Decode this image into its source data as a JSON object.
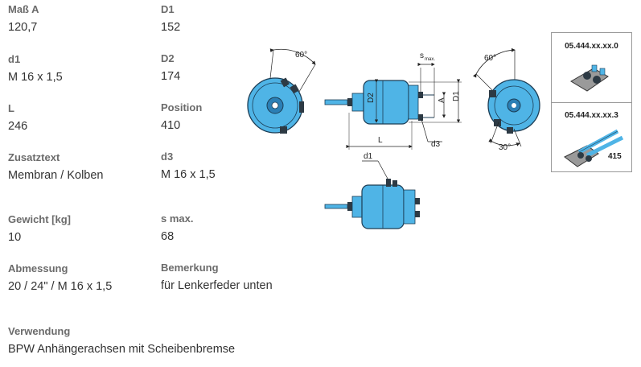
{
  "fields": [
    {
      "label": "Maß A",
      "value": "120,7"
    },
    {
      "label": "D1",
      "value": "152"
    },
    {
      "label": "d1",
      "value": "M 16 x 1,5"
    },
    {
      "label": "D2",
      "value": "174"
    },
    {
      "label": "L",
      "value": "246"
    },
    {
      "label": "Position",
      "value": "410"
    },
    {
      "label": "Zusatztext",
      "value": "Membran / Kolben"
    },
    {
      "label": "d3",
      "value": "M 16 x 1,5"
    },
    {
      "label": "Gewicht [kg]",
      "value": "10"
    },
    {
      "label": "s max.",
      "value": "68"
    },
    {
      "label": "Abmessung",
      "value": "20 / 24\" / M 16 x 1,5"
    },
    {
      "label": "Bemerkung",
      "value": "für Lenkerfeder unten"
    },
    {
      "label": "Verwendung",
      "value": "BPW Anhängerachsen mit Scheibenbremse"
    }
  ],
  "drawing": {
    "angle_left": "60°",
    "angle_right": "60°",
    "angle_bottom": "30°",
    "s_label": "s",
    "s_sub": "max.",
    "label_d2": "D2",
    "label_a": "A",
    "label_d1": "D1",
    "label_l": "L",
    "label_d3": "d3",
    "label_d1_small": "d1"
  },
  "variants": [
    {
      "code": "05.444.xx.xx.0"
    },
    {
      "code": "05.444.xx.xx.3",
      "badge": "415"
    }
  ],
  "colors": {
    "body_blue": "#4fb4e6",
    "label_grey": "#6b6b6b",
    "text": "#333333"
  }
}
